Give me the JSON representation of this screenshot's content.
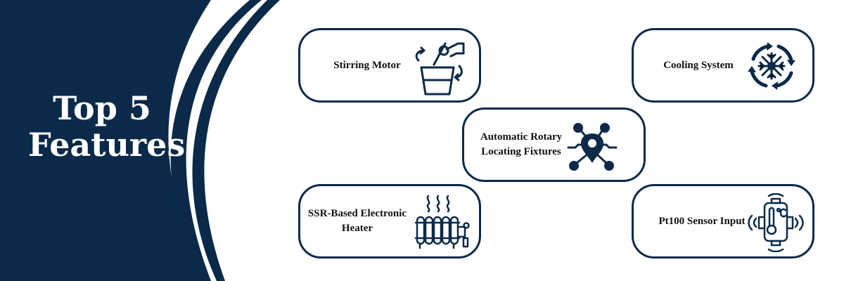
{
  "banner": {
    "headline": {
      "line1": "Top 5",
      "line2": "Features"
    }
  },
  "features": {
    "stirring": {
      "label": "Stirring Motor",
      "icon": "stirring-cup-icon"
    },
    "cooling": {
      "label": "Cooling System",
      "icon": "snowflake-cycle-icon"
    },
    "rotary": {
      "label": "Automatic Rotary Locating Fixtures",
      "icon": "location-network-icon"
    },
    "heater": {
      "label": "SSR-Based Electronic Heater",
      "icon": "radiator-heater-icon"
    },
    "sensor": {
      "label": "Pt100 Sensor Input",
      "icon": "temperature-sensor-icon"
    }
  },
  "colors": {
    "navy": "#0b2a4a",
    "background": "#ffffff",
    "text": "#111111"
  }
}
